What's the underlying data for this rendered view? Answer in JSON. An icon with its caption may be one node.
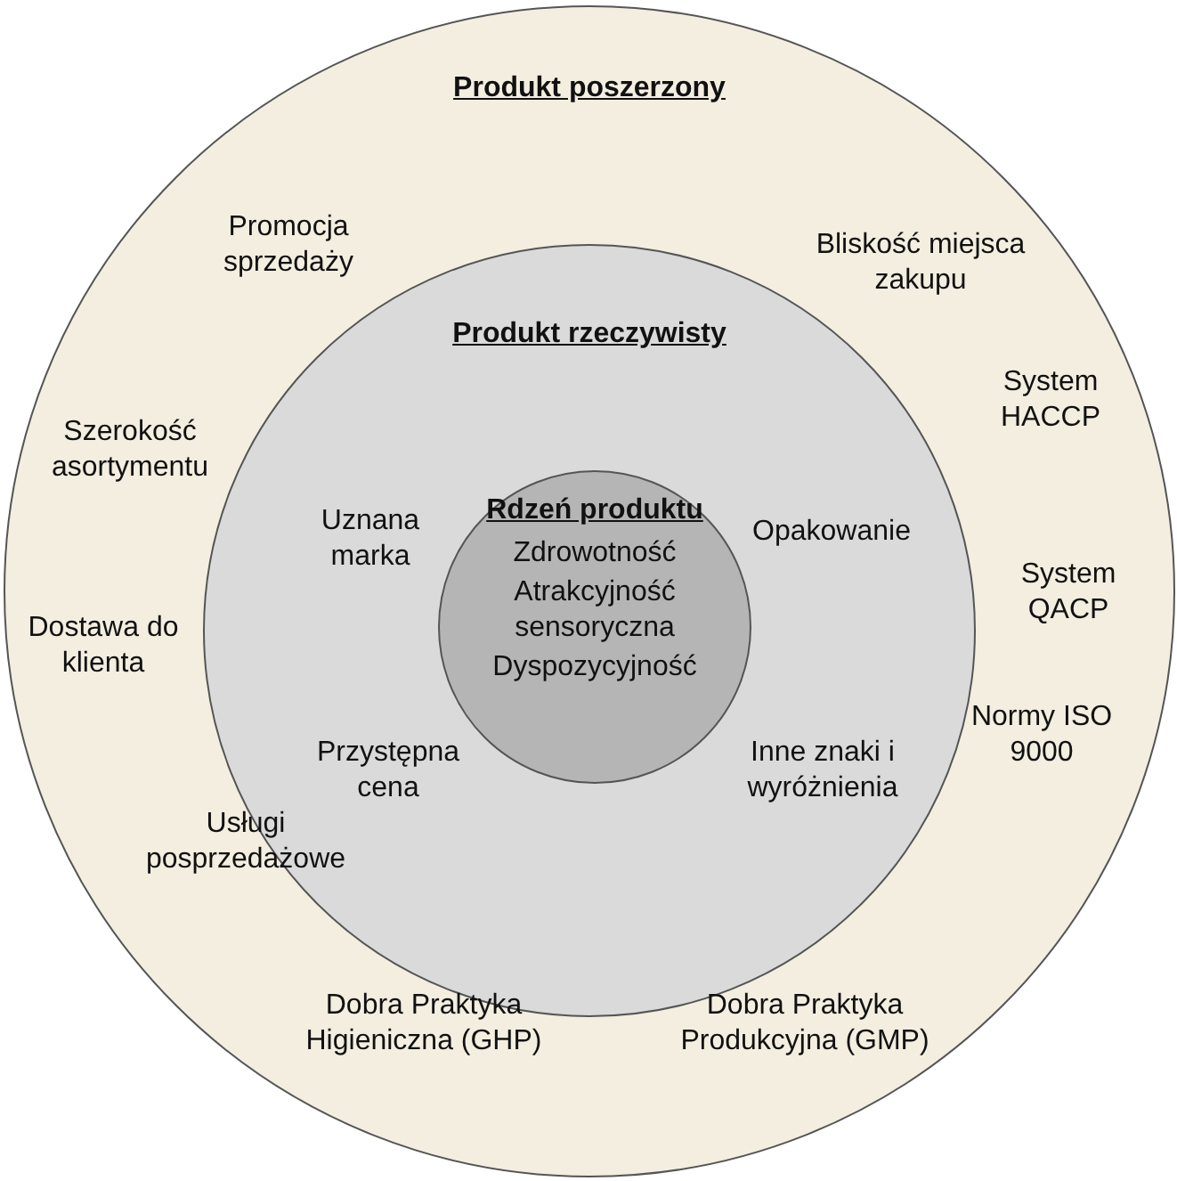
{
  "diagram": {
    "nodes": [
      {
        "text": [
          "Produkt poszerzony"
        ]
      },
      {
        "text": [
          "Produkt rzeczywisty"
        ],
        "in": 0
      },
      {
        "text": [
          "Rdzeń produktu",
          "Zdrowotność",
          "Atrakcyjność sensoryczna",
          "Dyspozycyjność"
        ],
        "in": 1
      }
    ],
    "labels": [
      "Promocja sprzedaży",
      "Bliskość miejsca zakupu",
      "System HACCP",
      "Szerokość asortymentu",
      "Uznana marka",
      "Opakowanie",
      "System QACP",
      "Dostawa do klienta",
      "Przystępna cena",
      "Inne znaki i wyróżnienia",
      "Normy ISO 9000",
      "Usługi posprzedażowe",
      "Dobra Praktyka Higieniczna (GHP)",
      "Dobra Praktyka Produkcyjna (GMP)"
    ]
  }
}
